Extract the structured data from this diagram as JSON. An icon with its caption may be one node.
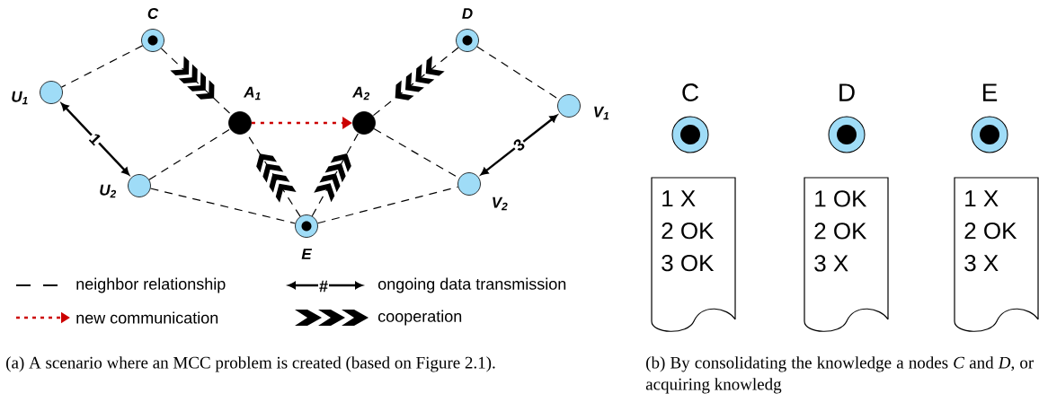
{
  "diagram": {
    "nodes": [
      {
        "text": [
          "C"
        ]
      },
      {
        "text": [
          "D"
        ]
      },
      {
        "text": [
          "U$_{1}$"
        ]
      },
      {
        "text": [
          "A$_{1}$"
        ]
      },
      {
        "text": [
          "A$_{2}$"
        ]
      },
      {
        "text": [
          "V$_{1}$"
        ]
      },
      {
        "text": [
          "U$_{2}$"
        ]
      },
      {
        "text": [
          "V$_{2}$"
        ]
      },
      {
        "text": [
          "E"
        ]
      },
      {
        "text": [
          "C"
        ]
      },
      {
        "text": [
          "D"
        ]
      },
      {
        "text": [
          "E"
        ]
      },
      {
        "text": [
          "1  X",
          "2 OK",
          "3 OK"
        ]
      },
      {
        "text": [
          "1 OK",
          "2 OK",
          "3  X"
        ]
      },
      {
        "text": [
          "1  X",
          "2 OK",
          "3  X"
        ]
      }
    ],
    "edges": [
      {
        "from": 0,
        "to": 2,
        "arrow": "none",
        "style": "dashed"
      },
      {
        "from": 0,
        "to": 3,
        "arrow": "to",
        "style": "dashed"
      },
      {
        "from": 1,
        "to": 4,
        "arrow": "to",
        "style": "dashed"
      },
      {
        "from": 1,
        "to": 5,
        "arrow": "none",
        "style": "dashed"
      },
      {
        "from": 2,
        "to": 6,
        "arrow": "both",
        "label": "1"
      },
      {
        "from": 3,
        "to": 4,
        "arrow": "to",
        "style": "dashed",
        "color": "#cc0000"
      },
      {
        "from": 6,
        "to": 3,
        "arrow": "none",
        "style": "dashed"
      },
      {
        "from": 4,
        "to": 7,
        "arrow": "none",
        "style": "dashed"
      },
      {
        "from": 5,
        "to": 7,
        "arrow": "both",
        "label": "3"
      },
      {
        "from": 6,
        "to": 8,
        "arrow": "none",
        "style": "dashed"
      },
      {
        "from": 8,
        "to": 3,
        "arrow": "to",
        "style": "dashed"
      },
      {
        "from": 8,
        "to": 4,
        "arrow": "to",
        "style": "dashed"
      },
      {
        "from": 8,
        "to": 7,
        "arrow": "none",
        "style": "dashed"
      }
    ],
    "labels": [
      "#",
      "(a) A scenario where an MCC problem is created (based on Figure 2.1).",
      "(b) By consolidating the knowledge a nodes *C* and *D*, or acquiring knowledg"
    ],
    "legend": [
      {
        "text": "neighbor relationship"
      },
      {
        "text": "ongoing data transmission"
      },
      {
        "text": "new communication"
      },
      {
        "text": "cooperation"
      }
    ]
  }
}
